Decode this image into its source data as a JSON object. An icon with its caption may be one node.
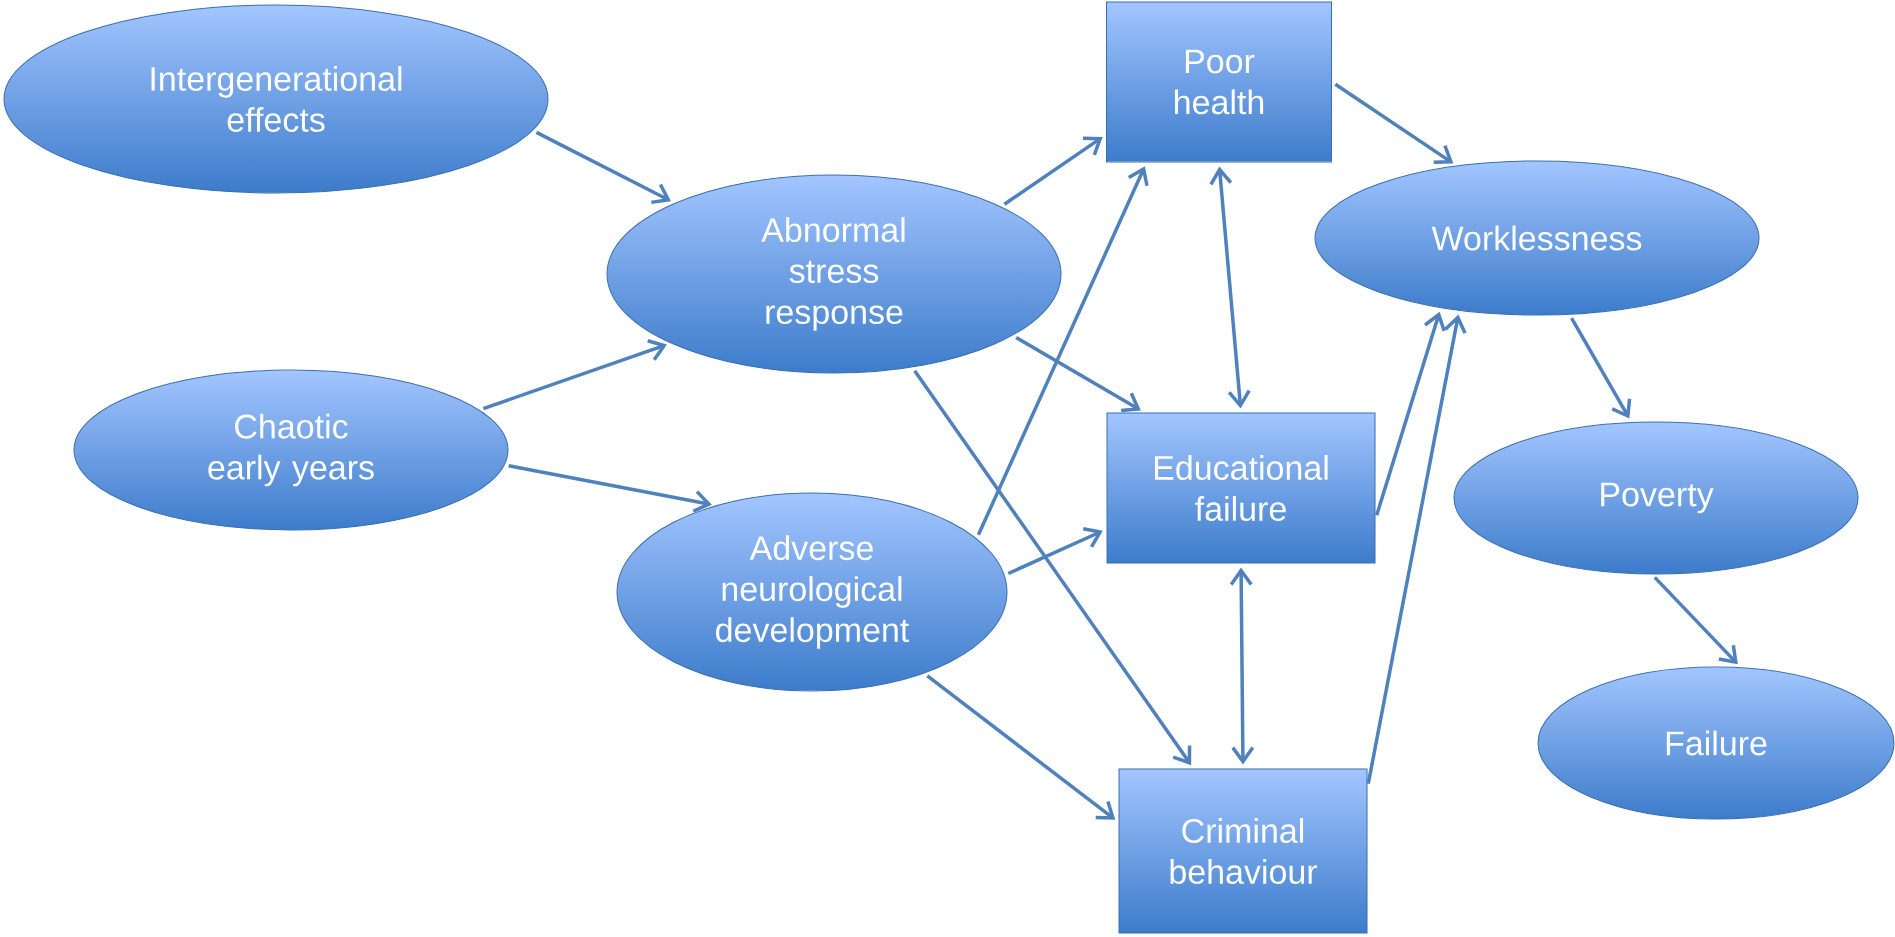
{
  "diagram": {
    "nodes": [
      {
        "text": [
          "Intergenerational effects"
        ]
      },
      {
        "text": [
          "Abnormal stress response"
        ]
      },
      {
        "text": [
          "Chaotic early years"
        ]
      },
      {
        "text": [
          "Adverse neurological development"
        ]
      },
      {
        "text": [
          "Poor health"
        ]
      },
      {
        "text": [
          "Educational failure"
        ]
      },
      {
        "text": [
          "Criminal behaviour"
        ]
      },
      {
        "text": [
          "Worklessness"
        ]
      },
      {
        "text": [
          "Poverty"
        ]
      },
      {
        "text": [
          "Failure"
        ]
      }
    ],
    "edges": [
      {
        "from": 0,
        "to": 1,
        "arrow": "to"
      },
      {
        "from": 2,
        "to": 1,
        "arrow": "to"
      },
      {
        "from": 2,
        "to": 3,
        "arrow": "to"
      },
      {
        "from": 1,
        "to": 4,
        "arrow": "to"
      },
      {
        "from": 1,
        "to": 5,
        "arrow": "to"
      },
      {
        "from": 1,
        "to": 6,
        "arrow": "to"
      },
      {
        "from": 3,
        "to": 4,
        "arrow": "to"
      },
      {
        "from": 3,
        "to": 5,
        "arrow": "to"
      },
      {
        "from": 3,
        "to": 6,
        "arrow": "to"
      },
      {
        "from": 4,
        "to": 5,
        "arrow": "both"
      },
      {
        "from": 5,
        "to": 6,
        "arrow": "both"
      },
      {
        "from": 5,
        "to": 7,
        "arrow": "to"
      },
      {
        "from": 6,
        "to": 7,
        "arrow": "to"
      },
      {
        "from": 4,
        "to": 7,
        "arrow": "to"
      },
      {
        "from": 7,
        "to": 8,
        "arrow": "to"
      },
      {
        "from": 8,
        "to": 9,
        "arrow": "to"
      }
    ]
  }
}
